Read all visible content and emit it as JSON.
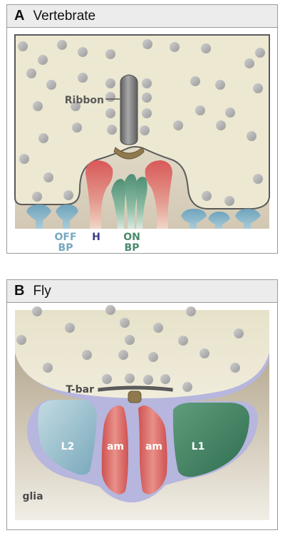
{
  "panelA": {
    "letter": "A",
    "title": "Vertebrate",
    "labels": {
      "ribbon": "Ribbon",
      "off_line1": "OFF",
      "off_line2": "BP",
      "h": "H",
      "on_line1": "ON",
      "on_line2": "BP"
    }
  },
  "panelB": {
    "letter": "B",
    "title": "Fly",
    "labels": {
      "tbar": "T-bar",
      "l2": "L2",
      "am_left": "am",
      "am_right": "am",
      "l1": "L1",
      "glia": "glia"
    }
  },
  "colors": {
    "terminal_fill": "#ece8d2",
    "membrane": "#5a5a5a",
    "vesicle": "#a9a9a9",
    "ribbon": "#7d7d7d",
    "density": "#8e7a4e",
    "horizontal": "#d95f5f",
    "on_bipolar": "#5b9a80",
    "off_bipolar": "#76a8bf",
    "l2": "#8ab8c8",
    "l1": "#3f7f5f",
    "amacrine": "#d95f5f",
    "glia_membrane": "#b6b6de",
    "glia_bg": "#b9ad97",
    "off_label": "#76a8bf",
    "h_label": "#3c3b86",
    "on_label": "#4a8a6c"
  }
}
